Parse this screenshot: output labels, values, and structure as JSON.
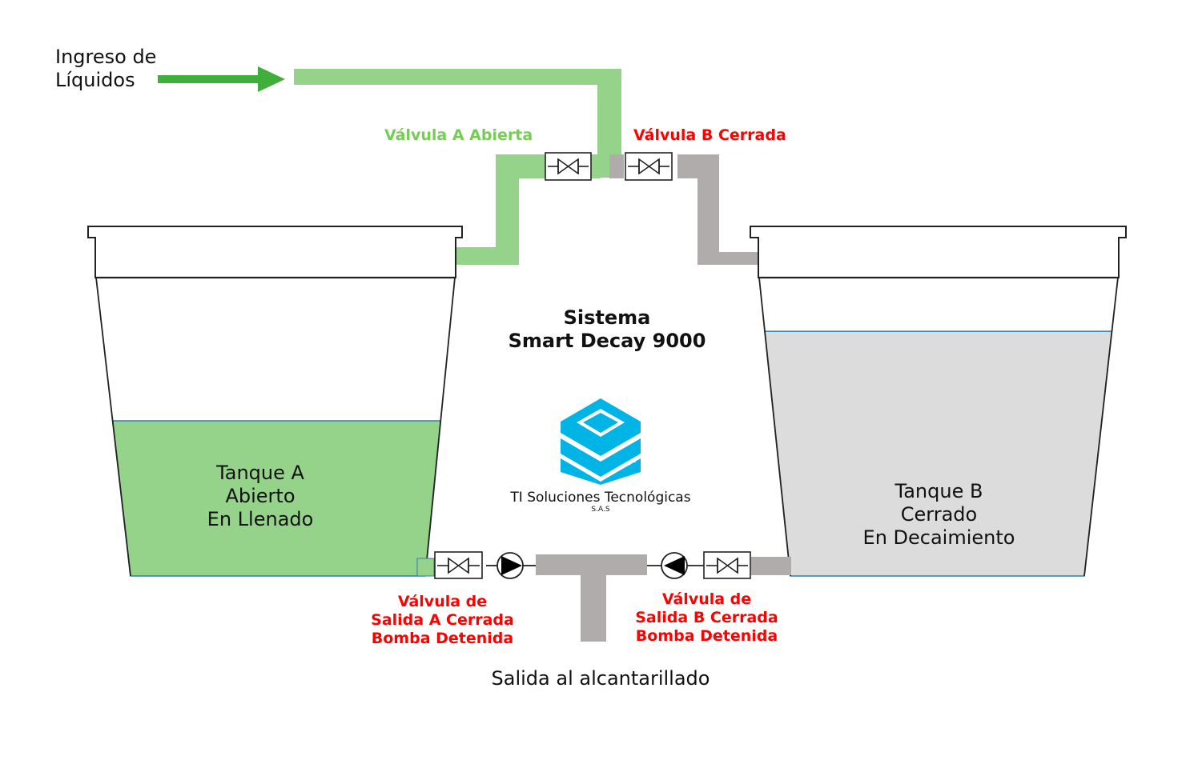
{
  "colors": {
    "flow_green": "#95d28a",
    "arrow_green": "#3fae3a",
    "pipe_gray": "#b0acab",
    "tank_a_fill": "#95d28a",
    "tank_b_fill": "#dcdcdc",
    "liquid_border": "#2f7fb0",
    "logo_blue": "#00b4e6",
    "status_open": "#77cc55",
    "status_closed": "#ff0000"
  },
  "inlet": {
    "label_line1": "Ingreso de",
    "label_line2": "Líquidos",
    "arrow_icon": "right-arrow-icon"
  },
  "title": {
    "line1": "Sistema",
    "line2": "Smart Decay 9000"
  },
  "logo": {
    "icon": "server-stack-icon",
    "company": "TI Soluciones Tecnológicas",
    "suffix": "S.A.S"
  },
  "valve_a": {
    "label": "Válvula A Abierta",
    "state": "open"
  },
  "valve_b": {
    "label": "Válvula B Cerrada",
    "state": "closed"
  },
  "tank_a": {
    "line1": "Tanque A",
    "line2": "Abierto",
    "line3": "En Llenado",
    "fill_level": 0.52
  },
  "tank_b": {
    "line1": "Tanque B",
    "line2": "Cerrado",
    "line3": "En Decaimiento",
    "fill_level": 0.82
  },
  "outlet_a": {
    "line1": "Válvula de",
    "line2": "Salida A Cerrada",
    "line3": "Bomba Detenida"
  },
  "outlet_b": {
    "line1": "Válvula de",
    "line2": "Salida B Cerrada",
    "line3": "Bomba Detenida"
  },
  "drain": {
    "label": "Salida al alcantarillado"
  }
}
